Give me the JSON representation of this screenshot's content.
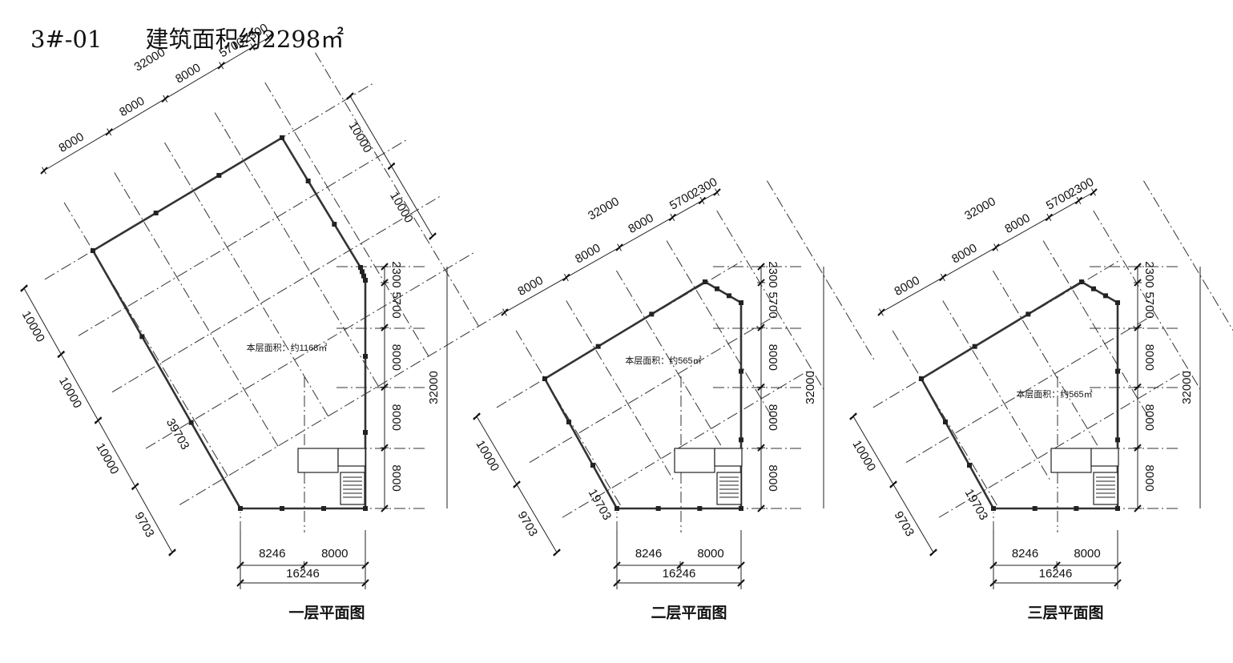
{
  "title": {
    "code": "3#-01",
    "area": "建筑面积约2298㎡"
  },
  "plans": [
    {
      "caption": "一层平面图",
      "area_label": "本层面积：约1168㎡",
      "top_dims": [
        "8000",
        "8000",
        "8000",
        "5700",
        "2300"
      ],
      "top_total": "32000",
      "right_dims": [
        "2300",
        "5700",
        "8000",
        "8000",
        "8000"
      ],
      "right_total": "32000",
      "left_dims": [
        "10000",
        "10000",
        "10000",
        "9703"
      ],
      "left_total": "39703",
      "ne_dims": [
        "10000",
        "10000"
      ],
      "bottom_dims": [
        "8246",
        "8000"
      ],
      "bottom_total": "16246"
    },
    {
      "caption": "二层平面图",
      "area_label": "本层面积：约565㎡",
      "top_dims": [
        "8000",
        "8000",
        "8000",
        "5700",
        "2300"
      ],
      "top_total": "32000",
      "right_dims": [
        "2300",
        "5700",
        "8000",
        "8000",
        "8000"
      ],
      "right_total": "32000",
      "left_dims": [
        "10000",
        "9703"
      ],
      "left_total": "19703",
      "bottom_dims": [
        "8246",
        "8000"
      ],
      "bottom_total": "16246"
    },
    {
      "caption": "三层平面图",
      "area_label": "本层面积：约565㎡",
      "top_dims": [
        "8000",
        "8000",
        "8000",
        "5700",
        "2300"
      ],
      "top_total": "32000",
      "right_dims": [
        "2300",
        "5700",
        "8000",
        "8000",
        "8000"
      ],
      "right_total": "32000",
      "left_dims": [
        "10000",
        "9703"
      ],
      "left_total": "19703",
      "bottom_dims": [
        "8246",
        "8000"
      ],
      "bottom_total": "16246"
    }
  ]
}
